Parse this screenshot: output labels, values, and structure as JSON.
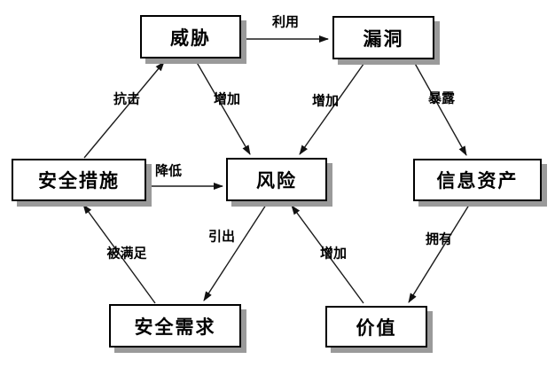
{
  "diagram": {
    "type": "concept-relationship-diagram",
    "nodes": {
      "threat": {
        "label": "威胁"
      },
      "vulnerability": {
        "label": "漏洞"
      },
      "security_measures": {
        "label": "安全措施"
      },
      "risk": {
        "label": "风险"
      },
      "information_assets": {
        "label": "信息资产"
      },
      "security_requirements": {
        "label": "安全需求"
      },
      "value": {
        "label": "价值"
      }
    },
    "edges": {
      "exploit": {
        "label": "利用",
        "from": "threat",
        "to": "vulnerability"
      },
      "resist": {
        "label": "抗击",
        "from": "security_measures",
        "to": "threat"
      },
      "increase_threat": {
        "label": "增加",
        "from": "threat",
        "to": "risk"
      },
      "increase_vuln": {
        "label": "增加",
        "from": "vulnerability",
        "to": "risk"
      },
      "expose": {
        "label": "暴露",
        "from": "vulnerability",
        "to": "information_assets"
      },
      "reduce": {
        "label": "降低",
        "from": "security_measures",
        "to": "risk"
      },
      "satisfied": {
        "label": "被满足",
        "from": "security_requirements",
        "to": "security_measures"
      },
      "lead_to": {
        "label": "引出",
        "from": "risk",
        "to": "security_requirements"
      },
      "increase_value": {
        "label": "增加",
        "from": "value",
        "to": "risk"
      },
      "possess": {
        "label": "拥有",
        "from": "information_assets",
        "to": "value"
      }
    },
    "colors": {
      "background": "#ffffff",
      "box_fill": "#ffffff",
      "box_border": "#000000",
      "box_shadow": "#9a9a9a",
      "line": "#1c1c1c",
      "text": "#000000"
    }
  }
}
